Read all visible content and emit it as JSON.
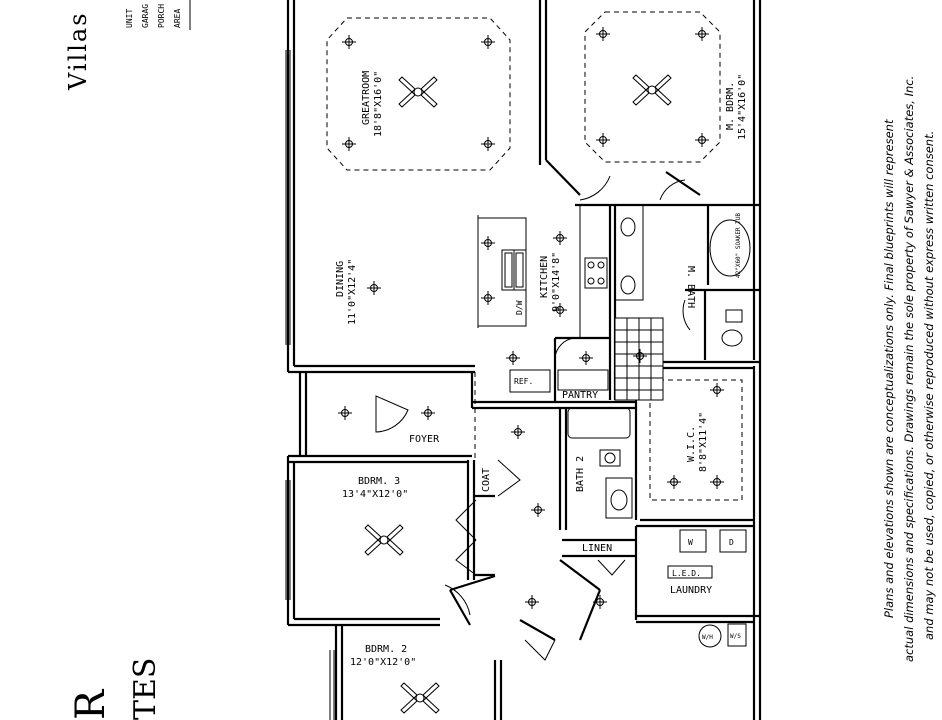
{
  "title": "Villas",
  "brand_fragment_top": "R",
  "brand_fragment_bottom": "TES",
  "legend": {
    "unit": "UNIT",
    "garage": "GARAG",
    "porch": "PORCH",
    "area": "AREA"
  },
  "rooms": {
    "greatroom": {
      "name": "GREATROOM",
      "dims": "18'8\"X16'0\""
    },
    "master_bedroom": {
      "name": "M. BDRM.",
      "dims": "15'4\"X16'0\""
    },
    "dining": {
      "name": "DINING",
      "dims": "11'0\"X12'4\""
    },
    "kitchen": {
      "name": "KITCHEN",
      "dims": "9'0\"X14'8\""
    },
    "master_bath": {
      "name": "M. BATH"
    },
    "walk_in_closet": {
      "name": "W.I.C.",
      "dims": "8'8\"X11'4\""
    },
    "foyer": {
      "name": "FOYER"
    },
    "bedroom3": {
      "name": "BDRM. 3",
      "dims": "13'4\"X12'0\""
    },
    "bedroom2": {
      "name": "BDRM. 2",
      "dims": "12'0\"X12'0\""
    },
    "bath2": {
      "name": "BATH 2"
    },
    "pantry": {
      "name": "PANTRY"
    },
    "coat": {
      "name": "COAT"
    },
    "linen": {
      "name": "LINEN"
    },
    "laundry": {
      "name": "LAUNDRY"
    }
  },
  "fixtures": {
    "refrigerator": "REF.",
    "dishwasher": "D/W",
    "tub": "42\"X60\" SOAKER TUB",
    "washer": "W",
    "dryer": "D",
    "led": "L.E.D.",
    "water_heater": "W/H",
    "water_softener": "W/S"
  },
  "disclaimer": [
    "Plans and elevations shown are conceptualizations only. Final blueprints will represent",
    "actual dimensions and specifications. Drawings remain the sole property of Sawyer & Associates, Inc.",
    "and may not be used, copied, or otherwise reproduced without express written consent."
  ]
}
